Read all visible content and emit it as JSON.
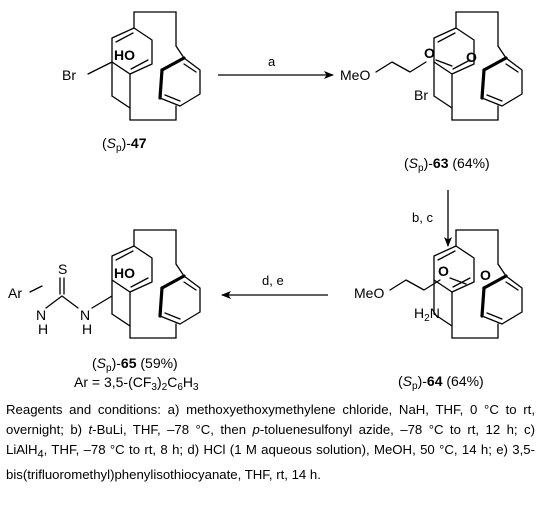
{
  "compounds": {
    "c47": {
      "prefix": "(",
      "stereo": "S",
      "stereo_sub": "p",
      "suffix": ")-",
      "number": "47",
      "yield": ""
    },
    "c63": {
      "prefix": "(",
      "stereo": "S",
      "stereo_sub": "p",
      "suffix": ")-",
      "number": "63",
      "yield": " (64%)"
    },
    "c64": {
      "prefix": "(",
      "stereo": "S",
      "stereo_sub": "p",
      "suffix": ")-",
      "number": "64",
      "yield": " (64%)"
    },
    "c65": {
      "prefix": "(",
      "stereo": "S",
      "stereo_sub": "p",
      "suffix": ")-",
      "number": "65",
      "yield": " (59%)",
      "ar_def": "Ar = 3,5-(CF",
      "ar_sub1": "3",
      "ar_mid": ")",
      "ar_sub2": "2",
      "ar_c": "C",
      "ar_sub3": "6",
      "ar_h": "H",
      "ar_sub4": "3"
    }
  },
  "atoms": {
    "br": "Br",
    "ho": "HO",
    "o": "O",
    "meo": "MeO",
    "h2n_h": "H",
    "h2n_2": "2",
    "h2n_n": "N",
    "s": "S",
    "ar": "Ar",
    "n": "N",
    "h": "H"
  },
  "arrows": {
    "step1": "a",
    "step2": "b, c",
    "step3": "d, e"
  },
  "caption": "Reagents and conditions: a) methoxyethoxymethylene chloride, NaH, THF, 0 °C to rt, overnight; b) t-BuLi, THF, –78 °C, then p-toluenesulfonyl azide, –78 °C to rt, 12 h; c) LiAlH4, THF, –78 °C to rt, 8 h; d) HCl (1 M aqueous solution), MeOH, 50 °C, 14 h; e) 3,5-bis(trifluoromethyl)phenylisothiocyanate, THF, rt, 14 h.",
  "caption_parts": {
    "p1": "Reagents and conditions: a) methoxyethoxymethylene chloride, NaH, THF, 0 °C to rt, overnight; b) ",
    "tbu": "t",
    "p2": "-BuLi, THF, –78 °C, then ",
    "p_it": "p",
    "p3": "-toluenesulfonyl azide, –78 °C to rt, 12 h; c) LiAlH",
    "sub4": "4",
    "p4": ", THF, –78 °C to rt, 8 h; d) HCl (1 M aqueous solution), MeOH, 50 °C, 14 h; e) 3,5-bis(trifluoromethyl)phenylisothiocyanate, THF, rt, 14 h."
  }
}
